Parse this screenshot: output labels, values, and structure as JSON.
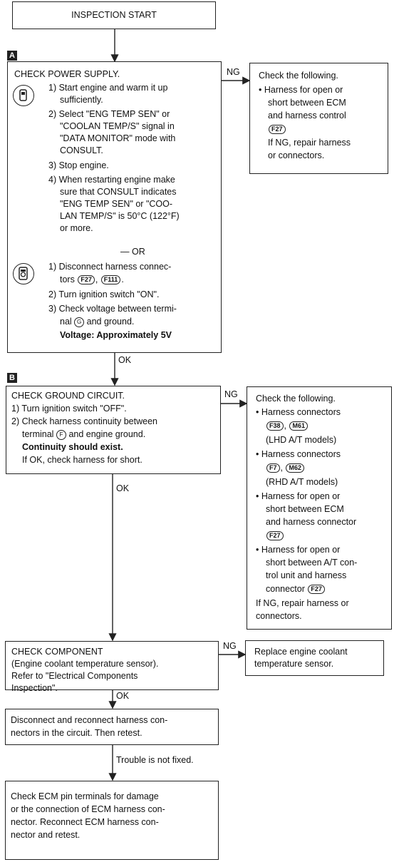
{
  "start": "INSPECTION START",
  "sections": {
    "a": "A",
    "b": "B"
  },
  "box1": {
    "title": "CHECK POWER SUPPLY.",
    "consult_icon": "consult-tester-icon",
    "steps_consult": [
      "1) Start engine and warm it up",
      "sufficiently.",
      "2) Select \"ENG TEMP SEN\" or",
      "\"COOLAN TEMP/S\" signal in",
      "\"DATA MONITOR\" mode with",
      "CONSULT.",
      "3) Stop engine.",
      "4) When restarting engine make",
      "sure that CONSULT indicates",
      "\"ENG TEMP SEN\" or \"COO-",
      "LAN TEMP/S\" is 50°C (122°F)",
      "or more."
    ],
    "or": "OR",
    "tester_icon": "circuit-tester-icon",
    "step1a": "1) Disconnect harness connec-",
    "step1b": "tors",
    "conn_a": "F27",
    "conn_b": "F111",
    "step2": "2) Turn ignition switch \"ON\".",
    "step3a": "3) Check voltage between termi-",
    "step3b_pre": "nal",
    "terminal": "G",
    "step3b_post": "and ground.",
    "voltage": "Voltage: Approximately 5V"
  },
  "ng1": {
    "label": "NG",
    "lines": [
      "Check the following.",
      "• Harness for open or",
      "short between ECM",
      "and harness control"
    ],
    "connector": "F27",
    "tail": [
      "If NG, repair harness",
      "or connectors."
    ]
  },
  "ok1": "OK",
  "box2": {
    "title": "CHECK GROUND CIRCUIT.",
    "step1": "1) Turn ignition switch \"OFF\".",
    "step2a": "2) Check harness continuity between",
    "step2b_pre": "terminal",
    "terminal": "F",
    "step2b_post": "and engine ground.",
    "continuity": "Continuity should exist.",
    "short": "If OK, check harness for short."
  },
  "ng2": {
    "label": "NG",
    "title": "Check the following.",
    "item1": "• Harness connectors",
    "conn1a": "F38",
    "conn1b": "M61",
    "lhd": "(LHD A/T models)",
    "item2": "• Harness connectors",
    "conn2a": "F7",
    "conn2b": "M62",
    "rhd": "(RHD A/T models)",
    "item3": [
      "• Harness for open or",
      "short between ECM",
      "and harness connector"
    ],
    "conn3": "F27",
    "item4": [
      "• Harness for open or",
      "short between A/T con-",
      "trol unit and harness"
    ],
    "item4_last": "connector",
    "conn4": "F27",
    "tail": [
      "If NG, repair harness or",
      "connectors."
    ]
  },
  "ok2": "OK",
  "box3": {
    "lines": [
      "CHECK COMPONENT",
      "(Engine coolant temperature sensor).",
      "Refer to \"Electrical Components",
      "Inspection\"."
    ]
  },
  "ng3": {
    "label": "NG",
    "lines": [
      "Replace engine coolant",
      "temperature sensor."
    ]
  },
  "ok3": "OK",
  "box4": {
    "lines": [
      "Disconnect and reconnect harness con-",
      "nectors in the circuit. Then retest."
    ]
  },
  "trouble": "Trouble is not fixed.",
  "box5": {
    "lines": [
      "Check ECM pin terminals for damage",
      "or the connection of ECM harness con-",
      "nector. Reconnect ECM harness con-",
      "nector and retest."
    ]
  }
}
